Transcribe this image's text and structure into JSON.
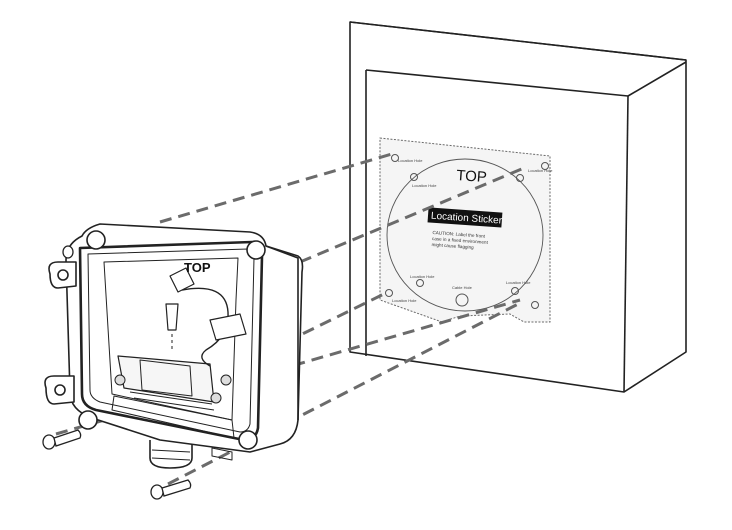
{
  "diagram": {
    "top_label_sticker": "TOP",
    "top_label_box": "TOP",
    "sticker_title": "Location Sticker",
    "caution_lines": [
      "CAUTION: Label the front",
      "case in a fixed environment",
      "might cause flagging"
    ],
    "location_hole_labels": [
      "Location Hole",
      "Location Hole",
      "Location Hole",
      "Location Hole",
      "Location Hole",
      "Location Hole"
    ],
    "cable_hole_label": "Cable Hole",
    "colors": {
      "line": "#222222",
      "dash": "#6b6b6b",
      "sticker_fill": "#f4f4f4",
      "sticker_title_bg": "#111111",
      "sticker_title_text": "#ffffff"
    }
  }
}
